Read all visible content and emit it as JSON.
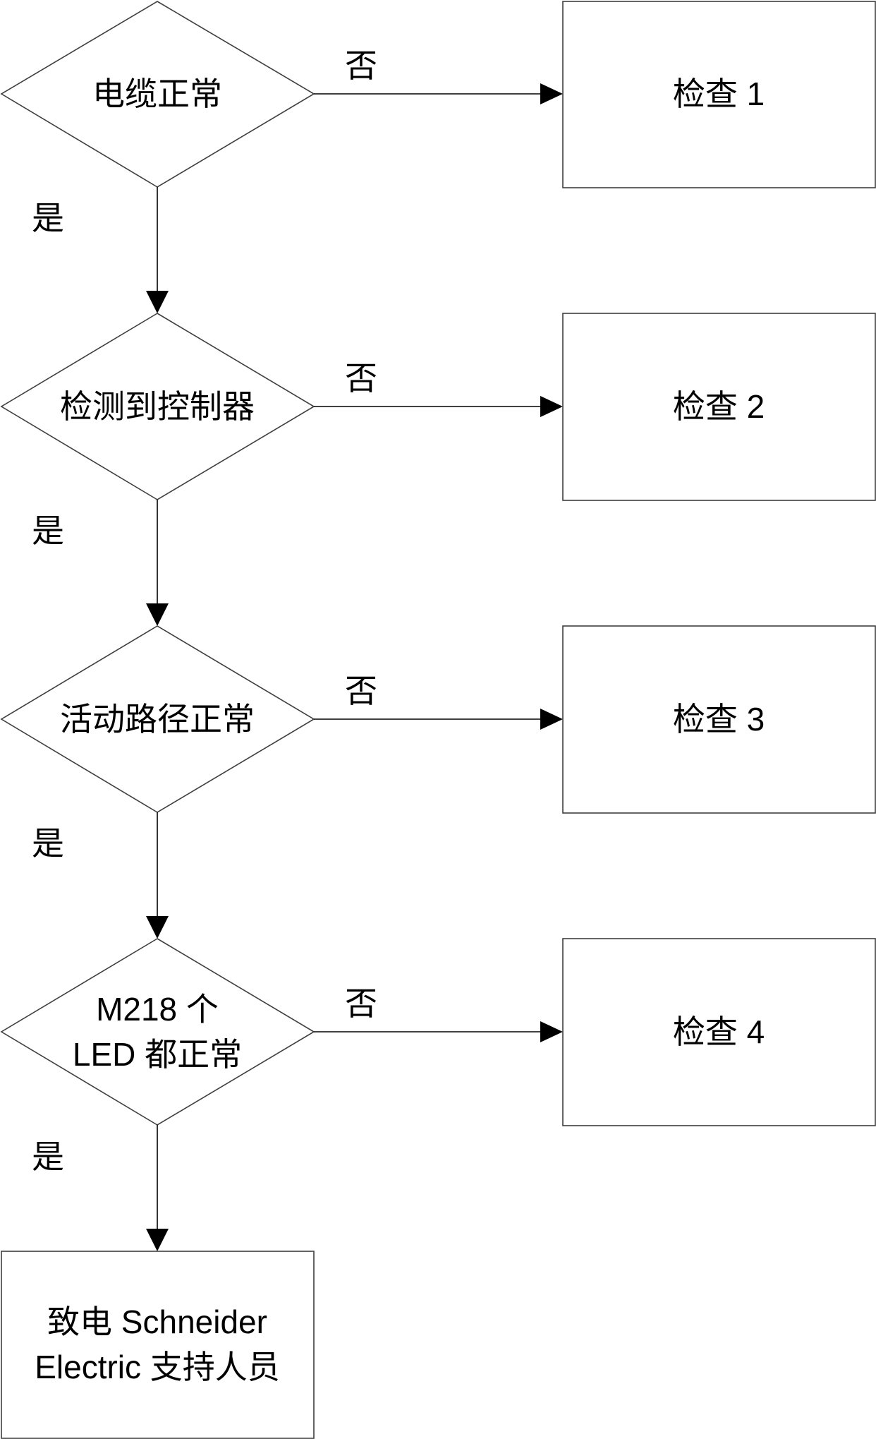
{
  "decisions": [
    {
      "lines": [
        "电缆正常"
      ],
      "yes_label": "是",
      "no_label": "否"
    },
    {
      "lines": [
        "检测到控制器"
      ],
      "yes_label": "是",
      "no_label": "否"
    },
    {
      "lines": [
        "活动路径正常"
      ],
      "yes_label": "是",
      "no_label": "否"
    },
    {
      "lines": [
        "M218 个",
        "LED 都正常"
      ],
      "yes_label": "是",
      "no_label": "否"
    }
  ],
  "checks": [
    {
      "label": "检查 1"
    },
    {
      "label": "检查 2"
    },
    {
      "label": "检查 3"
    },
    {
      "label": "检查 4"
    }
  ],
  "final": {
    "lines": [
      "致电 Schneider",
      "Electric 支持人员"
    ]
  },
  "colors": {
    "stroke": "#3f3f3f",
    "line": "#000000",
    "text": "#000000",
    "fill": "#ffffff"
  }
}
